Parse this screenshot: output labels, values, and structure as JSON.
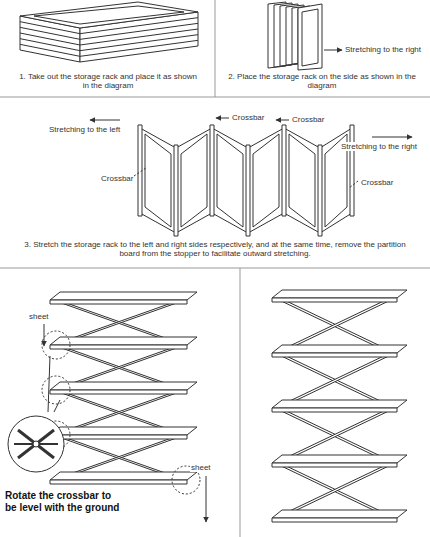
{
  "diagram": {
    "labels": [
      "1. Take out the storage rack and place it as shown in the diagram",
      "Stretching to the right",
      "2. Place the storage rack on the side as shown in the diagram",
      "Stretching to the left",
      "Crossbar",
      "Crossbar",
      "Stretching to the right",
      "Crossbar",
      "Crossbar",
      "3. Stretch the storage rack to the left and right sides respectively, and at the same time, remove the partition board from the stopper to facilitate outward stretching.",
      "sheet",
      "sheet",
      "Rotate the crossbar to be level with the ground"
    ]
  }
}
